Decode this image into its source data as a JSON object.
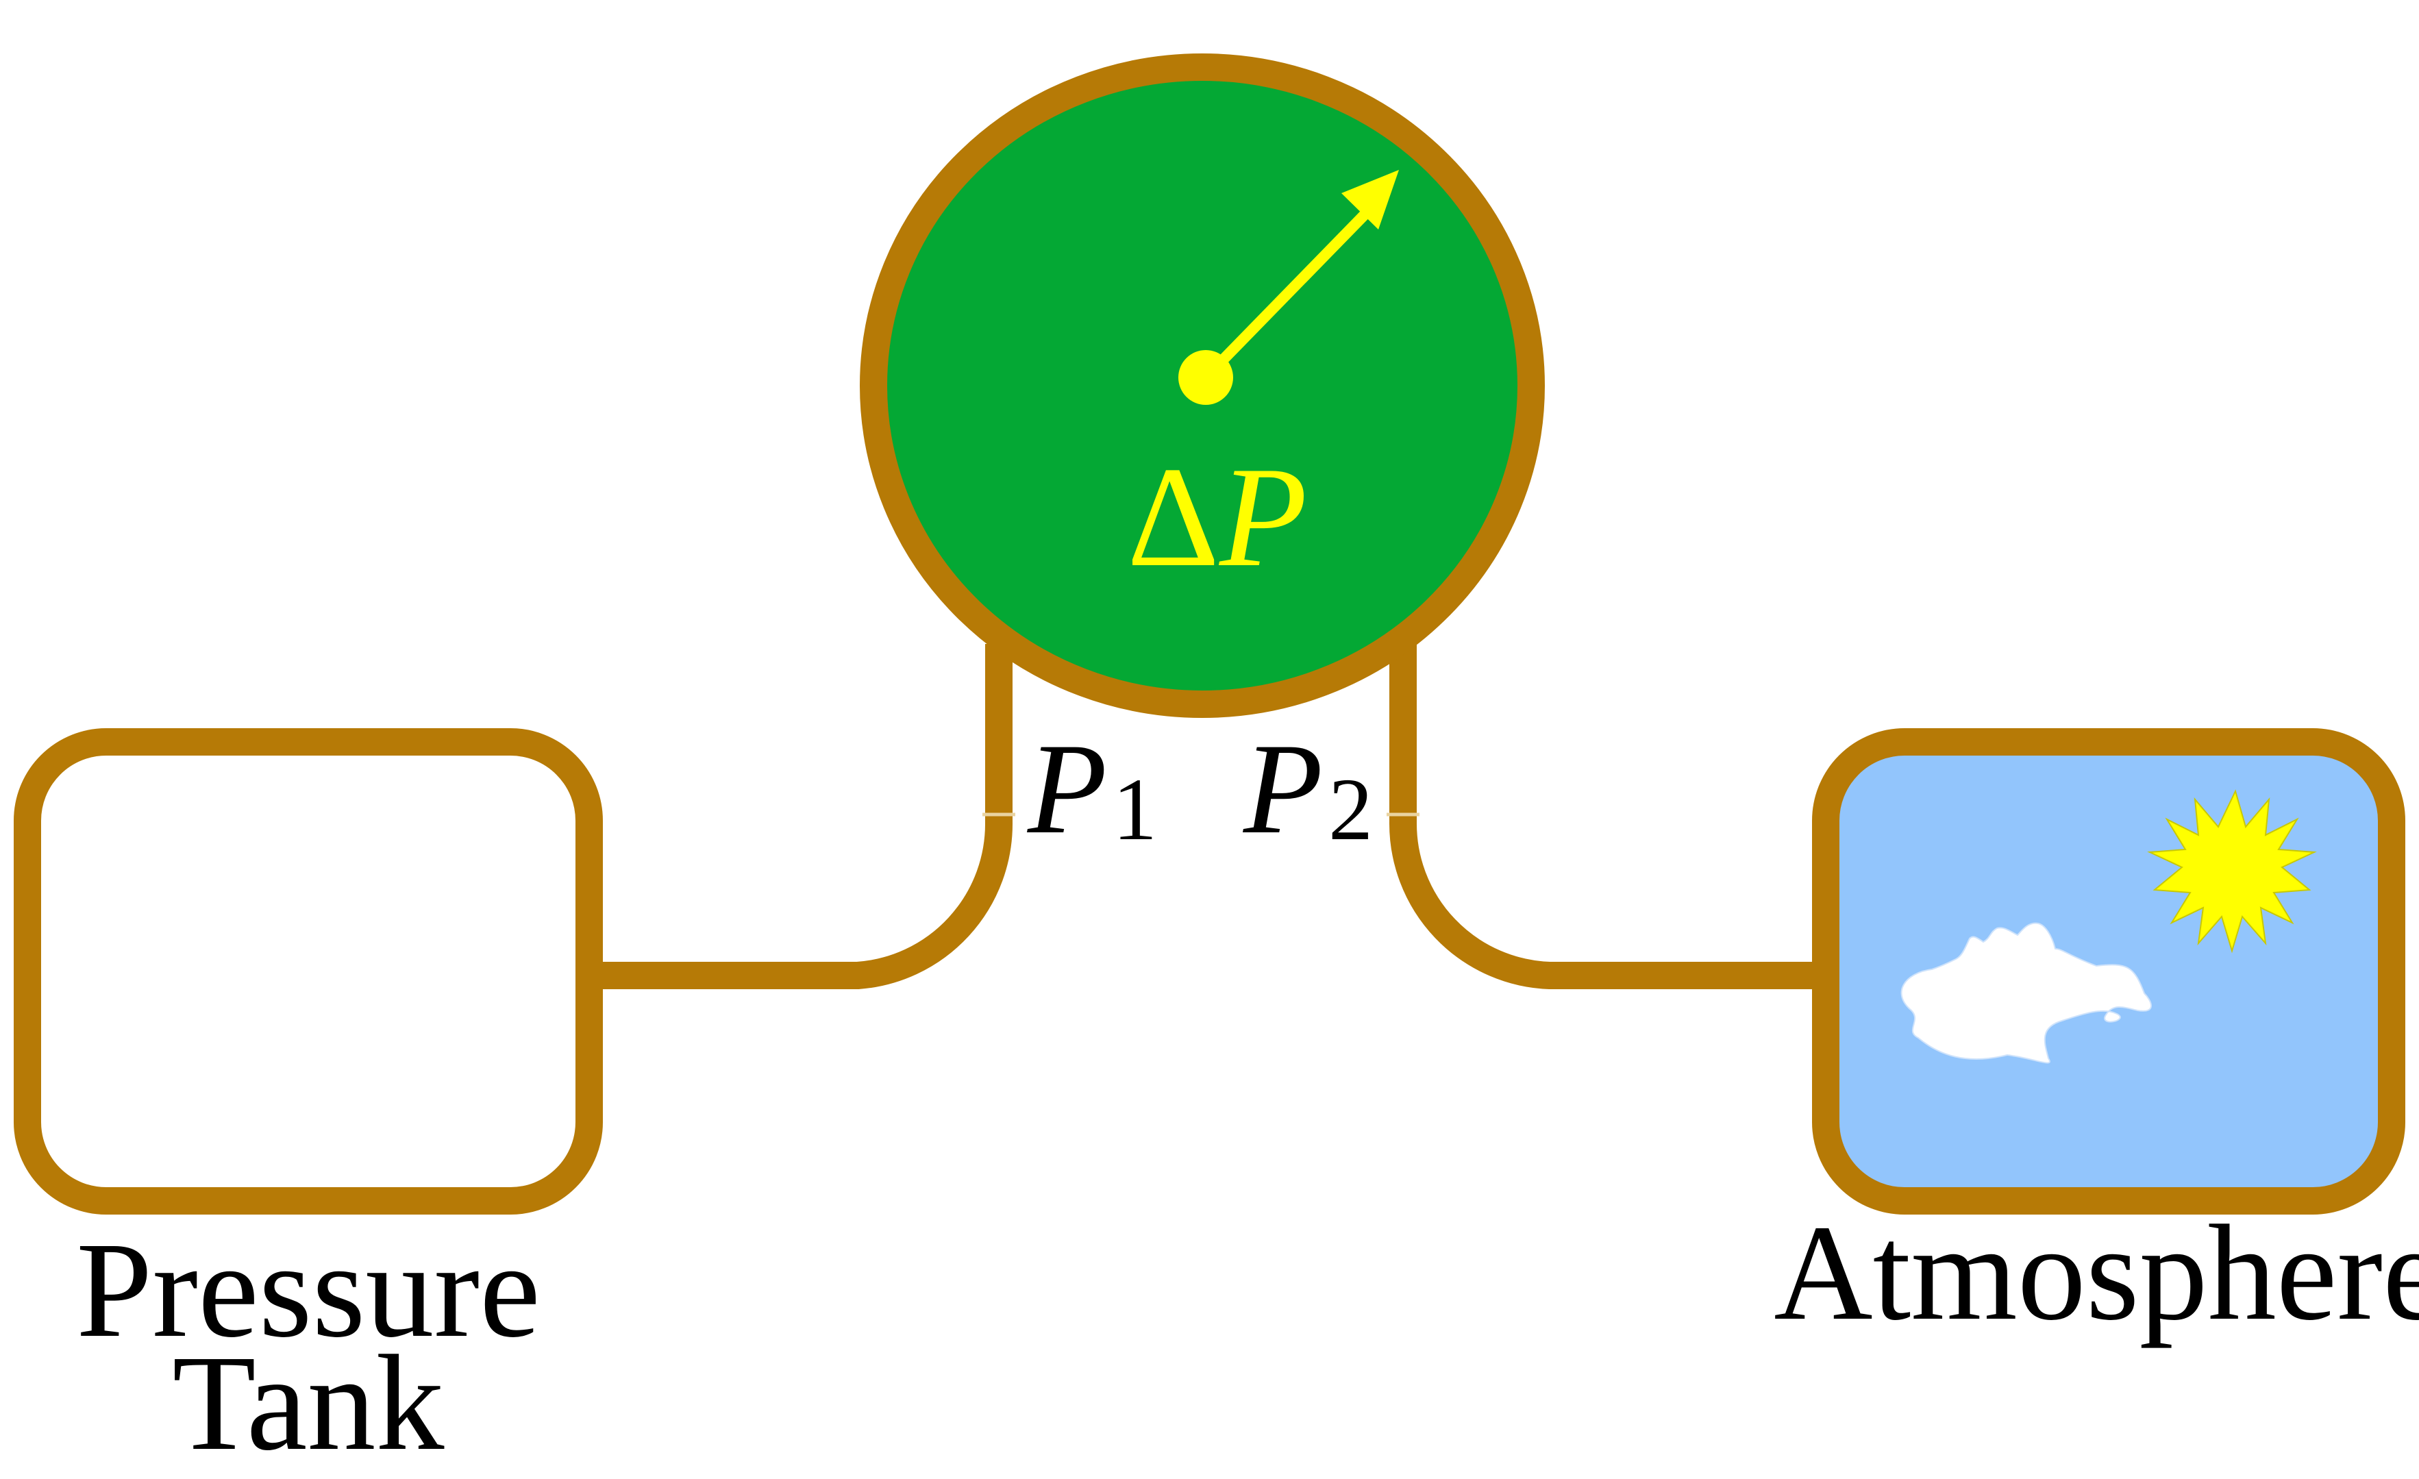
{
  "labels": {
    "tank_line1": "Pressure",
    "tank_line2": "Tank",
    "atmosphere": "Atmosphere",
    "gauge_symbol_delta": "Δ",
    "gauge_symbol_p": "P",
    "p1_main": "P",
    "p1_sub": "1",
    "p2_main": "P",
    "p2_sub": "2"
  },
  "colors": {
    "pipe": "#b67a06",
    "gauge_face": "#04a834",
    "needle": "#ffff00",
    "atmosphere_fill": "#92c5fc",
    "tank_fill": "#ffffff",
    "cloud": "#ffffff",
    "sun": "#ffff00",
    "text": "#000000"
  },
  "icons": {
    "sun": "sun-icon",
    "cloud": "cloud-icon"
  }
}
